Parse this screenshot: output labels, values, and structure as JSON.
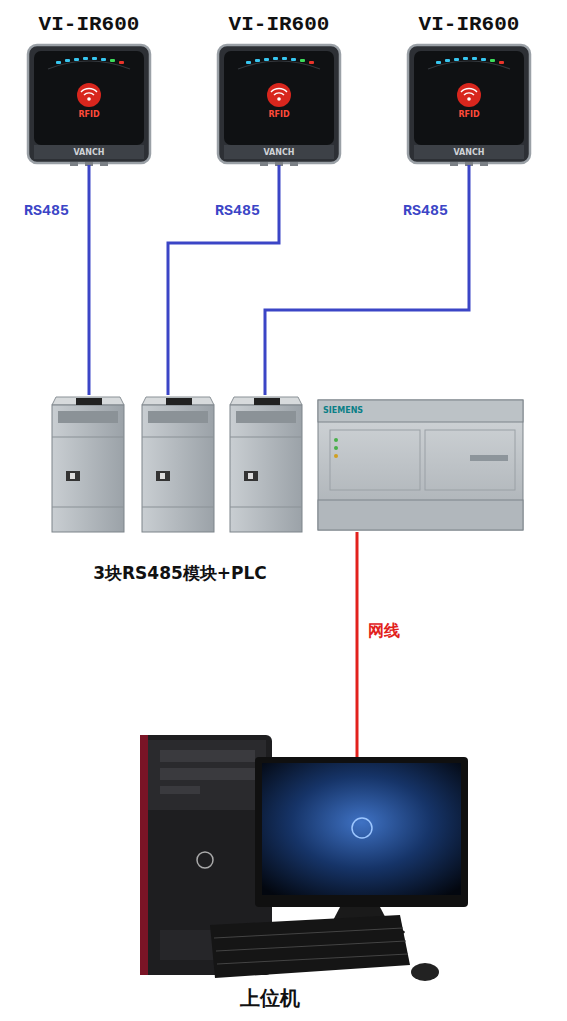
{
  "diagram": {
    "nodes": [
      {
        "text": [
          "VI-IR600"
        ]
      },
      {
        "text": [
          "VI-IR600"
        ]
      },
      {
        "text": [
          "VI-IR600"
        ]
      },
      {
        "text": [
          "3块RS485模块+PLC"
        ]
      },
      {
        "text": [
          "上位机"
        ]
      }
    ],
    "edges": [
      {
        "from": 0,
        "to": 3,
        "label": "RS485",
        "arrow": "none"
      },
      {
        "from": 1,
        "to": 3,
        "label": "RS485",
        "arrow": "none"
      },
      {
        "from": 2,
        "to": 3,
        "label": "RS485",
        "arrow": "none"
      },
      {
        "from": 3,
        "to": 4,
        "label": "网线",
        "arrow": "none"
      }
    ],
    "labels": [
      "RFID",
      "VANCH",
      "RFID",
      "VANCH",
      "RFID",
      "VANCH",
      "SIEMENS"
    ]
  }
}
